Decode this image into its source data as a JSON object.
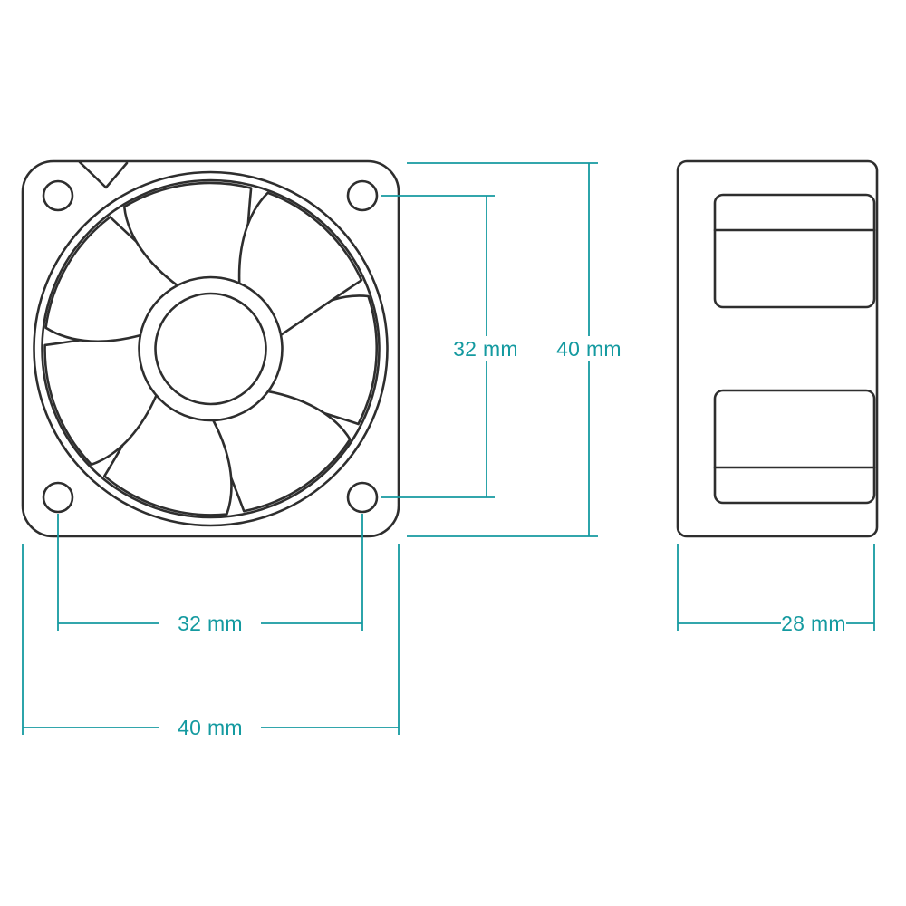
{
  "diagram": {
    "colors": {
      "line": "#2e2e2e",
      "dimension": "#149aa0"
    },
    "labels": {
      "hole_spacing_vertical": "32 mm",
      "frame_height": "40 mm",
      "hole_spacing_horizontal": "32 mm",
      "frame_width": "40 mm",
      "depth": "28 mm"
    }
  }
}
